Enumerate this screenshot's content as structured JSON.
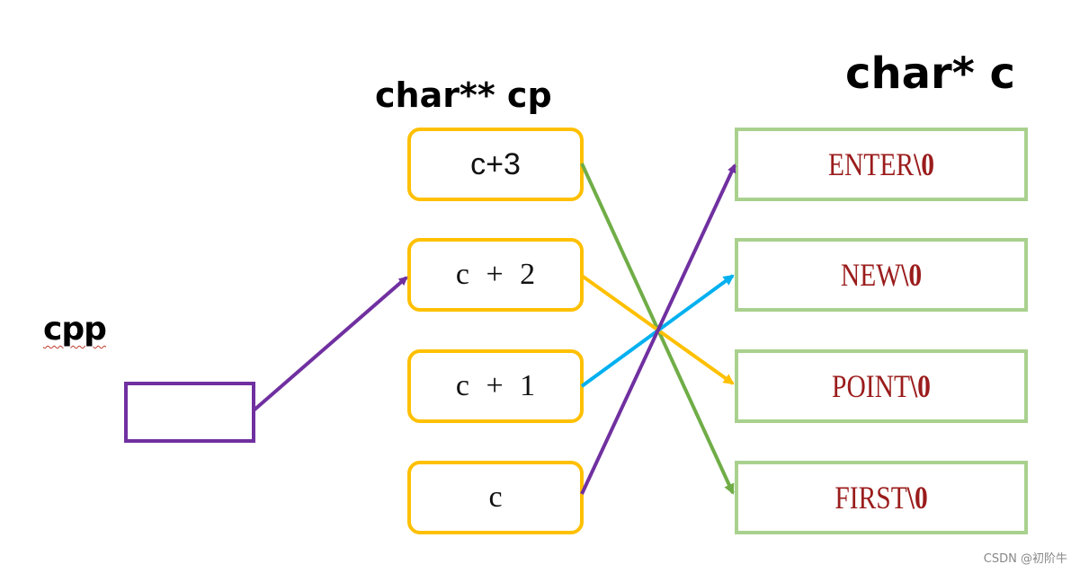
{
  "labels": {
    "cpp": "cpp",
    "cp": "char** cp",
    "c": "char* c"
  },
  "cp_cells": [
    "c+3",
    "c + 2",
    "c + 1",
    "c"
  ],
  "strings": [
    {
      "text": "ENTER",
      "esc": "\\0"
    },
    {
      "text": "NEW",
      "esc": "\\0"
    },
    {
      "text": "POINT",
      "esc": "\\0"
    },
    {
      "text": "FIRST",
      "esc": "\\0"
    }
  ],
  "colors": {
    "purple": "#7030a0",
    "gold": "#ffc000",
    "green": "#70ad47",
    "blue": "#00b0f0",
    "box_green": "#a9d18e",
    "string_red": "#9b1c1c"
  },
  "watermark": "CSDN @初阶牛"
}
